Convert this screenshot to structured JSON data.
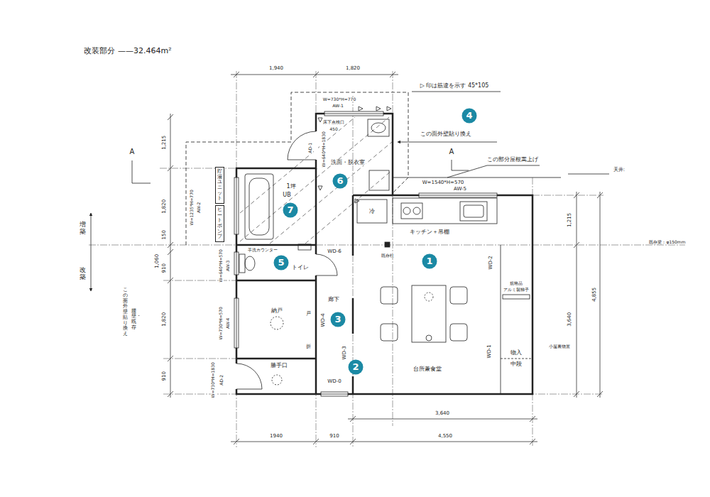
{
  "diagram": {
    "nodes": [
      {
        "text": [
          "4"
        ]
      },
      {
        "text": [
          "貯湯ユニット"
        ]
      },
      {
        "text": [
          "6"
        ]
      },
      {
        "text": [
          "ヒートポンプ"
        ]
      },
      {
        "text": [
          "7"
        ]
      },
      {
        "text": [
          "1"
        ]
      },
      {
        "text": [
          "5"
        ]
      },
      {
        "text": [
          "3"
        ]
      },
      {
        "text": [
          "2"
        ]
      }
    ],
    "labels": [
      "改装部分 ——32.464m²",
      "1,940",
      "1,820",
      "▷ 印は筋違を示す 45*105",
      "この面外壁貼り換え",
      "A",
      "A",
      "この部分屋根嵩上げ",
      "天井:",
      "W=1540*H=570",
      "AW-5",
      "W=730*H=770",
      "AW-1",
      "床下点検口",
      "450",
      "W=640*H=1830",
      "AD-1",
      "洗面・脱衣室",
      "1坪",
      "UB",
      "キッチン＋吊棚",
      "冷",
      "既存柱",
      "WD-6",
      "WD-2",
      "手洗カウンター",
      "トイレ",
      "W=640*H=570",
      "AW-3",
      "W=1235*H=770",
      "AW-2",
      "納戸",
      "廊下",
      "戸",
      "折",
      "WD-4",
      "WD-3",
      "W=730*H=570",
      "AW-4",
      "勝手口",
      "W=730*H=1830",
      "AD-2",
      "WD-0",
      "台所兼食堂",
      "WD-1",
      "物入",
      "中段",
      "規格品",
      "アルミ製梯子",
      "小屋裏物置",
      "この面外壁貼り換え",
      "腰壁・既存",
      "増築",
      "改築",
      "1,215",
      "1,820",
      "150",
      "1,060",
      "910",
      "1,820",
      "910",
      "1,215",
      "3,640",
      "4,855",
      "3,640",
      "1940",
      "910",
      "4,550",
      "既存梁：φ150mm"
    ]
  }
}
